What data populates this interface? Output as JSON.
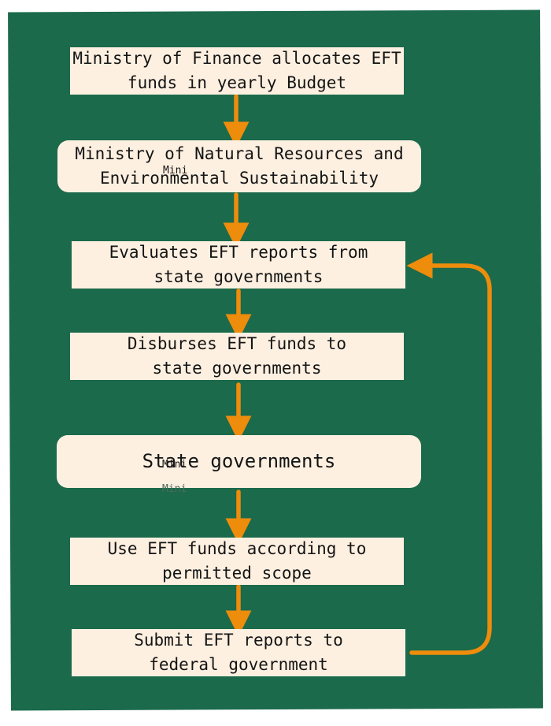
{
  "colors": {
    "panel": "#1b6a4b",
    "box": "#fdf0e1",
    "arrow": "#ee8c0c",
    "text": "#141414"
  },
  "steps": [
    {
      "text": "Ministry of Finance allocates EFT\nfunds in yearly Budget"
    },
    {
      "text": "Ministry of Natural Resources and\nEnvironmental Sustainability"
    },
    {
      "text": "Evaluates EFT reports from\nstate governments"
    },
    {
      "text": "Disburses EFT funds to\nstate governments"
    },
    {
      "text": "State governments"
    },
    {
      "text": "Use EFT funds according to\npermitted scope"
    },
    {
      "text": "Submit EFT reports to\nfederal government"
    }
  ],
  "stray_labels": [
    "Mini",
    "Mini",
    "Mini"
  ]
}
